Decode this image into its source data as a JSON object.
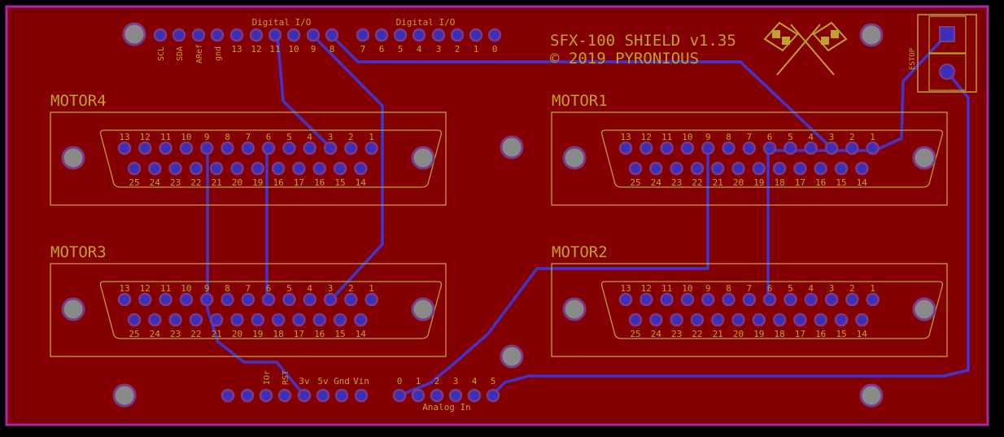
{
  "colors": {
    "background": "#000000",
    "board": "#840000",
    "silk": "#c2a12a",
    "trace": "#3b2eb8",
    "pad": "#7a3b8a",
    "hole": "#8a8a8a",
    "outline": "#a32aa3"
  },
  "header": {
    "title": "SFX-100 SHIELD v1.35",
    "copyright": "© 2019 PYRONIOUS"
  },
  "digital_io": {
    "label_left": "Digital I/O",
    "label_right": "Digital I/O",
    "pins_left": [
      "SCL",
      "SDA",
      "ARef",
      "gnd",
      "13",
      "12",
      "11",
      "10",
      "9",
      "8"
    ],
    "pins_right": [
      "7",
      "6",
      "5",
      "4",
      "3",
      "2",
      "1",
      "0"
    ]
  },
  "estop": {
    "label": "ESTOP"
  },
  "motors": [
    {
      "label": "MOTOR4",
      "top_pins": [
        "13",
        "12",
        "11",
        "10",
        "9",
        "8",
        "7",
        "6",
        "5",
        "4",
        "3",
        "2",
        "1"
      ],
      "bottom_pins": [
        "25",
        "24",
        "23",
        "22",
        "21",
        "20",
        "19",
        "16",
        "17",
        "16",
        "15",
        "14"
      ]
    },
    {
      "label": "MOTOR1",
      "top_pins": [
        "13",
        "12",
        "11",
        "10",
        "9",
        "8",
        "7",
        "6",
        "5",
        "4",
        "3",
        "2",
        "1"
      ],
      "bottom_pins": [
        "25",
        "24",
        "23",
        "22",
        "21",
        "20",
        "19",
        "18",
        "17",
        "16",
        "15",
        "14"
      ]
    },
    {
      "label": "MOTOR3",
      "top_pins": [
        "13",
        "12",
        "11",
        "10",
        "9",
        "8",
        "7",
        "6",
        "5",
        "4",
        "3",
        "2",
        "1"
      ],
      "bottom_pins": [
        "25",
        "24",
        "23",
        "22",
        "21",
        "20",
        "19",
        "18",
        "17",
        "16",
        "15",
        "14"
      ]
    },
    {
      "label": "MOTOR2",
      "top_pins": [
        "13",
        "12",
        "11",
        "10",
        "9",
        "8",
        "7",
        "6",
        "5",
        "4",
        "3",
        "2",
        "1"
      ],
      "bottom_pins": [
        "25",
        "24",
        "23",
        "22",
        "21",
        "20",
        "19",
        "18",
        "17",
        "16",
        "15",
        "14"
      ]
    }
  ],
  "power_header": {
    "pins": [
      "",
      "",
      "IOr",
      "RST",
      "3v",
      "5v",
      "Gnd",
      "Vin"
    ]
  },
  "analog": {
    "label": "Analog In",
    "pins": [
      "0",
      "1",
      "2",
      "3",
      "4",
      "5"
    ]
  }
}
